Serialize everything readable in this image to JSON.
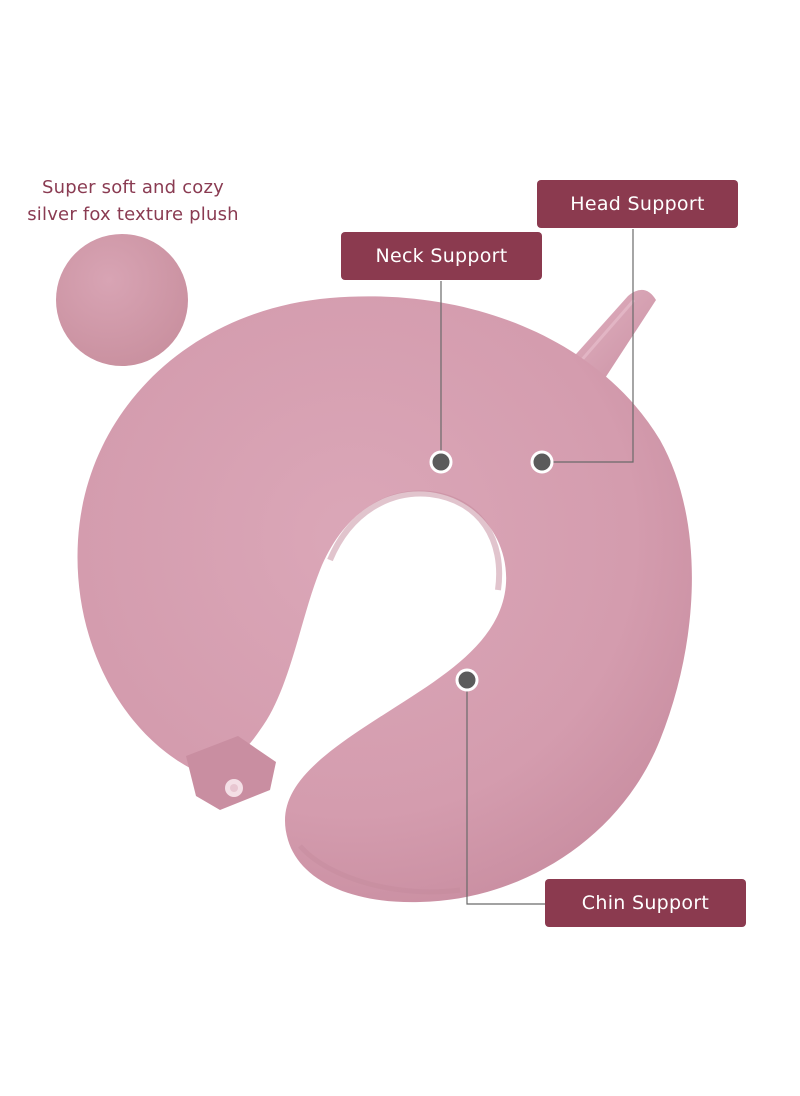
{
  "texture_caption": {
    "line1": "Super soft and cozy",
    "line2": "silver fox texture plush"
  },
  "labels": {
    "head": "Head Support",
    "neck": "Neck Support",
    "chin": "Chin Support"
  },
  "colors": {
    "label_bg": "#8b3a4f",
    "label_text": "#ffffff",
    "caption_text": "#8a3b52",
    "pillow": "#d8a2b3",
    "marker": "#5b5b5b"
  }
}
